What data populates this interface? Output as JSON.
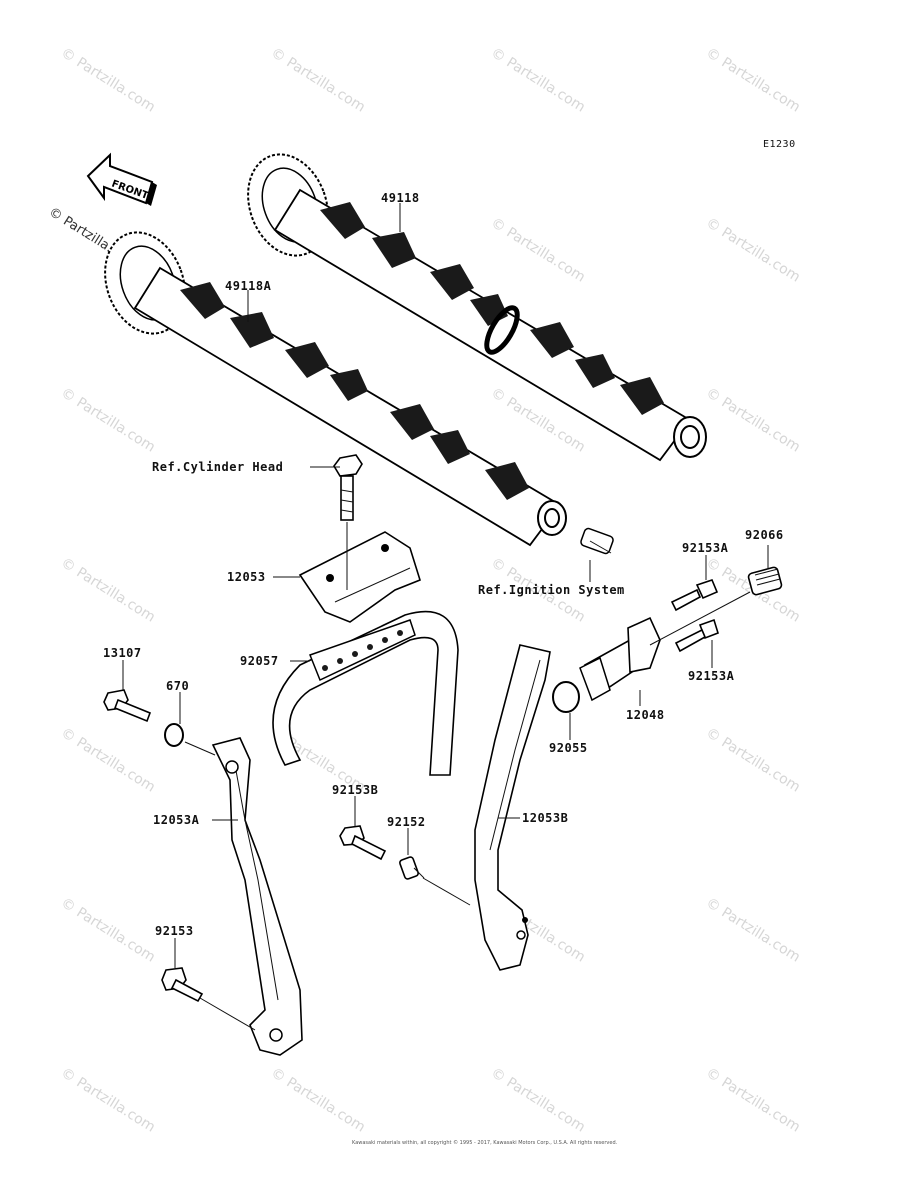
{
  "diagram_code": "E1230",
  "front_label": "FRONT",
  "watermark": "© Partzilla.com",
  "footer_text": "Kawasaki materials within, all copyright © 1995 - 2017, Kawasaki Motors Corp., U.S.A. All rights reserved.",
  "labels": {
    "l49118": "49118",
    "l49118A": "49118A",
    "ref_cyl_head": "Ref.Cylinder Head",
    "l12053": "12053",
    "ref_ignition": "Ref.Ignition System",
    "l92153A_top": "92153A",
    "l92066": "92066",
    "l92153A_bot": "92153A",
    "l12048": "12048",
    "l92055": "92055",
    "l13107": "13107",
    "l670": "670",
    "l92057": "92057",
    "l92153B": "92153B",
    "l92152": "92152",
    "l12053A": "12053A",
    "l12053B": "12053B",
    "l92153": "92153"
  }
}
